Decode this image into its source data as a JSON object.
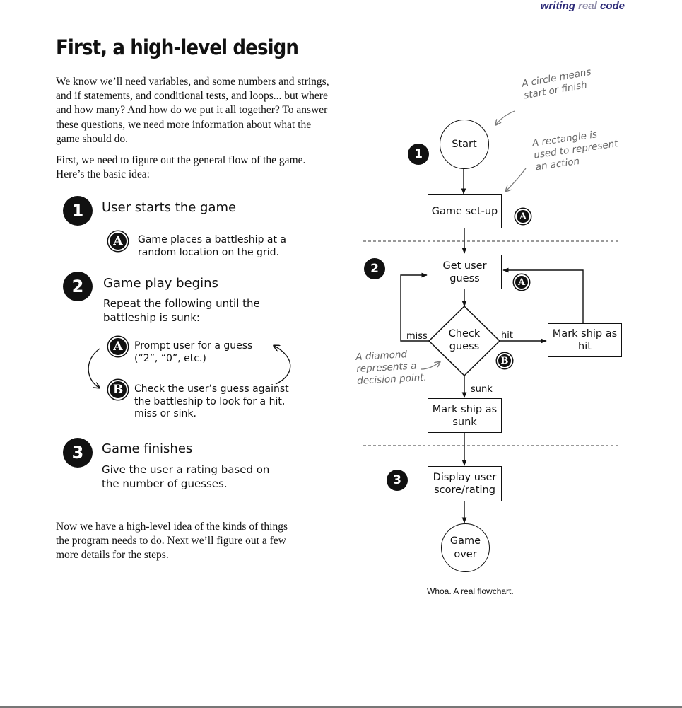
{
  "running_head": {
    "writing": "writing",
    "real": "real",
    "code": "code"
  },
  "title": "First, a high-level design",
  "intro": "We know we’ll need variables,  and some numbers and strings, and if statements, and conditional tests, and loops... but where and how many? And how do we put it all together? To answer these questions, we need more information about what the game should do.",
  "flow_intro": "First, we need to figure out the general flow of the game. Here’s the basic idea:",
  "steps": [
    {
      "num": "1",
      "heading": "User starts the game",
      "subs": [
        {
          "letter": "A",
          "text": "Game places a battleship at a random location on the grid."
        }
      ]
    },
    {
      "num": "2",
      "heading": "Game play begins",
      "detail": "Repeat the following until the battleship is sunk:",
      "subs": [
        {
          "letter": "A",
          "text": "Prompt user for a guess (“2”, “0”, etc.)"
        },
        {
          "letter": "B",
          "text": "Check the user’s guess against the battleship to look for a hit, miss or sink."
        }
      ]
    },
    {
      "num": "3",
      "heading": "Game finishes",
      "detail": "Give the user a rating based on the number of guesses."
    }
  ],
  "closing": "Now we have a high-level idea of the kinds of things the program needs to do. Next we’ll figure out a few more details for the steps.",
  "flowchart": {
    "start": "Start",
    "setup": "Game set-up",
    "get_guess": "Get user guess",
    "check_guess": "Check guess",
    "mark_hit": "Mark ship as hit",
    "mark_sunk": "Mark ship as sunk",
    "display": "Display user score/rating",
    "game_over": "Game over",
    "label_miss": "miss",
    "label_hit": "hit",
    "label_sunk": "sunk",
    "markers": {
      "step1": "1",
      "step2": "2",
      "step3": "3",
      "a1": "A",
      "a2": "A",
      "b": "B"
    }
  },
  "notes": {
    "circle": "A circle means start or finish",
    "rectangle": "A rectangle is used to represent an action",
    "diamond": "A diamond represents a decision point."
  },
  "caption": "Whoa. A real flowchart."
}
